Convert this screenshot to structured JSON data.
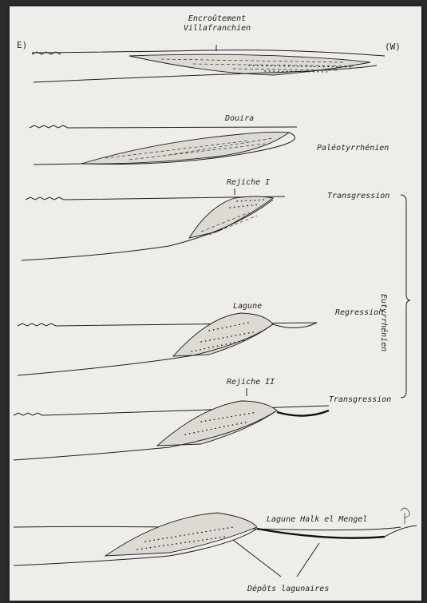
{
  "labels": {
    "direction_left": "E)",
    "direction_right": "(W)",
    "encroutement_line1": "Encroûtement",
    "encroutement_line2": "Villafranchien",
    "douira": "Douira",
    "paleotyrrhenien": "Paléotyrrhénien",
    "rejiche_1": "Rejiche I",
    "transgression_1": "Transgression",
    "eutyrrhenien": "Eutyrrhénien",
    "lagune": "Lagune",
    "regression": "Regression",
    "rejiche_2": "Rejiche II",
    "transgression_2": "Transgression",
    "lagune_halk": "Lagune Halk el Mengel",
    "depots_lagunaires": "Dépôts lagunaires"
  },
  "colors": {
    "paper": "#eeedea",
    "ink": "#1e1e1e",
    "frame": "#2b2b2b"
  }
}
